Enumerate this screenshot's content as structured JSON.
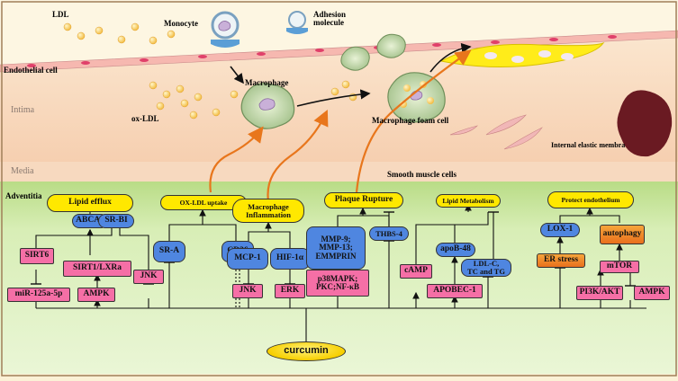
{
  "regions": {
    "endothelial_cell": "Endothelial cell",
    "intima": "Intima",
    "media": "Media",
    "adventitia": "Adventitia"
  },
  "labels": {
    "ldl": "LDL",
    "monocyte": "Monocyte",
    "adhesion_molecule": "Adhesion\nmolecule",
    "ox_ldl": "ox-LDL",
    "macrophage": "Macrophage",
    "macrophage_foam_cell": "Macrophage foam cell",
    "internal_elastic_membrane": "Internal elastic membra",
    "smooth_muscle_cells": "Smooth muscle cells"
  },
  "outcomes": {
    "lipid_efflux": "Lipid efflux",
    "ox_ldl_uptake": "OX-LDL uptake",
    "macrophage_inflammation": "Macrophage\nInflammation",
    "plaque_rupture": "Plaque Rupture",
    "lipid_metabolism": "Lipid Metabolism",
    "protect_endothelium": "Protect endothelium"
  },
  "nodes": {
    "abca1": "ABCA1",
    "sirt6": "SIRT6",
    "sr_bi": "SR-BI",
    "sirt1_lxra": "SIRT1/LXRa",
    "mir125": "miR-125a-5p",
    "ampk_left": "AMPK",
    "jnk_left": "JNK",
    "sr_a": "SR-A",
    "cd36": "CD36",
    "mcp1": "MCP-1",
    "hif1a": "HIF-1α",
    "jnk_mid": "JNK",
    "erk": "ERK",
    "mmp": "MMP-9;\nMMP-13;\nEMMPRIN",
    "p38": "p38MAPK;\nPKC;NF-κB",
    "thbs4": "THBS-4",
    "camp": "cAMP",
    "apob48": "apoB-48",
    "ldl_c": "LDL-C,\nTC and TG",
    "apobec1": "APOBEC-1",
    "lox1": "LOX-1",
    "autophagy": "autophagy",
    "er_stress": "ER stress",
    "mtor": "mTOR",
    "pi3k": "PI3K/AKT",
    "ampk_right": "AMPK"
  },
  "center": {
    "curcumin": "curcumin"
  },
  "colors": {
    "inhibitor_node": "#f56fa6",
    "target_node": "#4f86e0",
    "outcome_node": "#ffe800",
    "adventitia_bg": "#cfe8a6",
    "intima_bg": "#f7d2b6",
    "media_bg": "#f8dcc4",
    "arrow_orange": "#e87a1f"
  }
}
